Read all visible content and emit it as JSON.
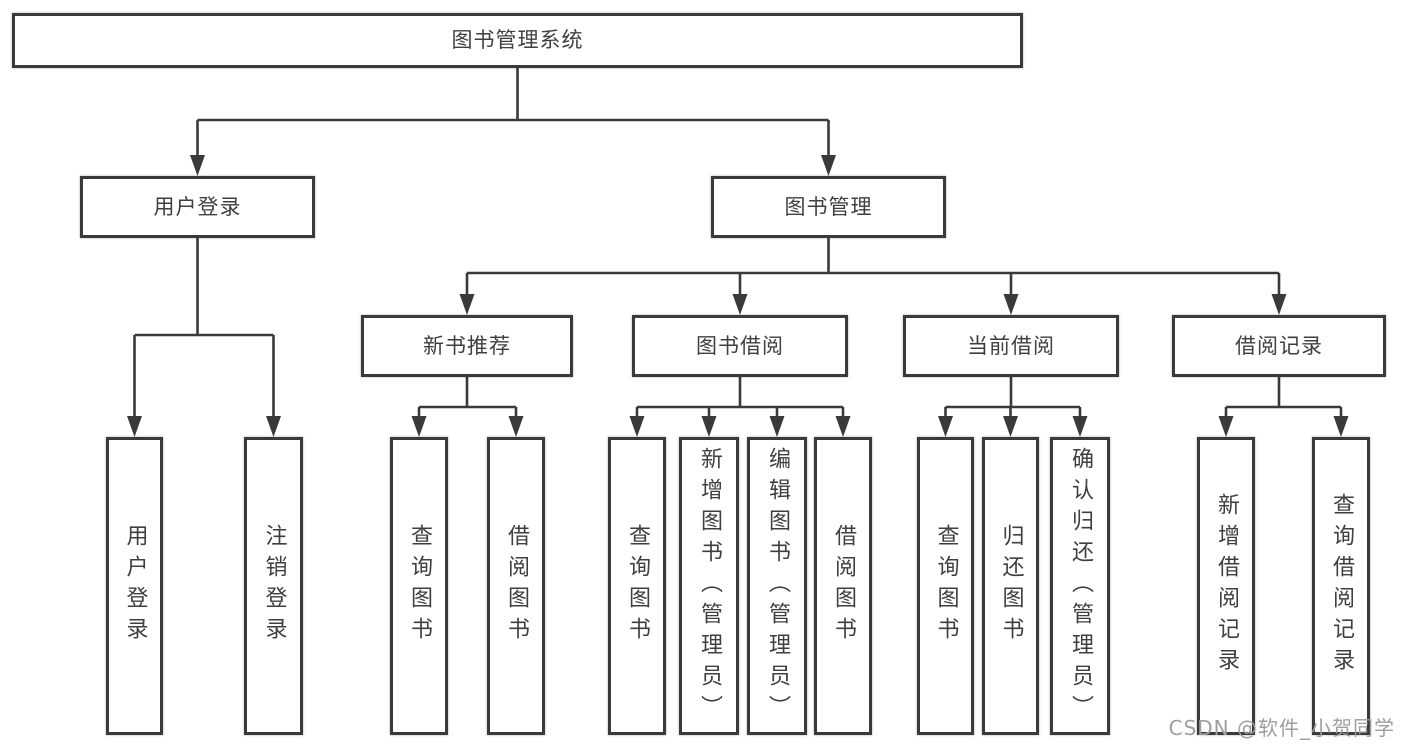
{
  "nodes": {
    "root": {
      "label": "图书管理系统"
    },
    "level2": [
      {
        "label": "用户登录"
      },
      {
        "label": "图书管理"
      }
    ],
    "level3": [
      {
        "label": "新书推荐",
        "parent": "图书管理"
      },
      {
        "label": "图书借阅",
        "parent": "图书管理"
      },
      {
        "label": "当前借阅",
        "parent": "图书管理"
      },
      {
        "label": "借阅记录",
        "parent": "图书管理"
      }
    ],
    "leaves": [
      {
        "label": "用户登录",
        "parent": "用户登录"
      },
      {
        "label": "注销登录",
        "parent": "用户登录"
      },
      {
        "label": "查询图书",
        "parent": "新书推荐"
      },
      {
        "label": "借阅图书",
        "parent": "新书推荐"
      },
      {
        "label": "查询图书",
        "parent": "图书借阅"
      },
      {
        "label": "新增图书（管理员）",
        "parent": "图书借阅"
      },
      {
        "label": "编辑图书（管理员）",
        "parent": "图书借阅"
      },
      {
        "label": "借阅图书",
        "parent": "图书借阅"
      },
      {
        "label": "查询图书",
        "parent": "当前借阅"
      },
      {
        "label": "归还图书",
        "parent": "当前借阅"
      },
      {
        "label": "确认归还（管理员）",
        "parent": "当前借阅"
      },
      {
        "label": "新增借阅记录",
        "parent": "借阅记录"
      },
      {
        "label": "查询借阅记录",
        "parent": "借阅记录"
      }
    ]
  },
  "watermark": {
    "text": "CSDN @软件_小贺同学"
  },
  "colors": {
    "line": "#3a3a3a",
    "box_border": "#3a3a3a",
    "text": "#3f3f3f",
    "watermark": "#9e9e9e",
    "background": "#ffffff"
  }
}
